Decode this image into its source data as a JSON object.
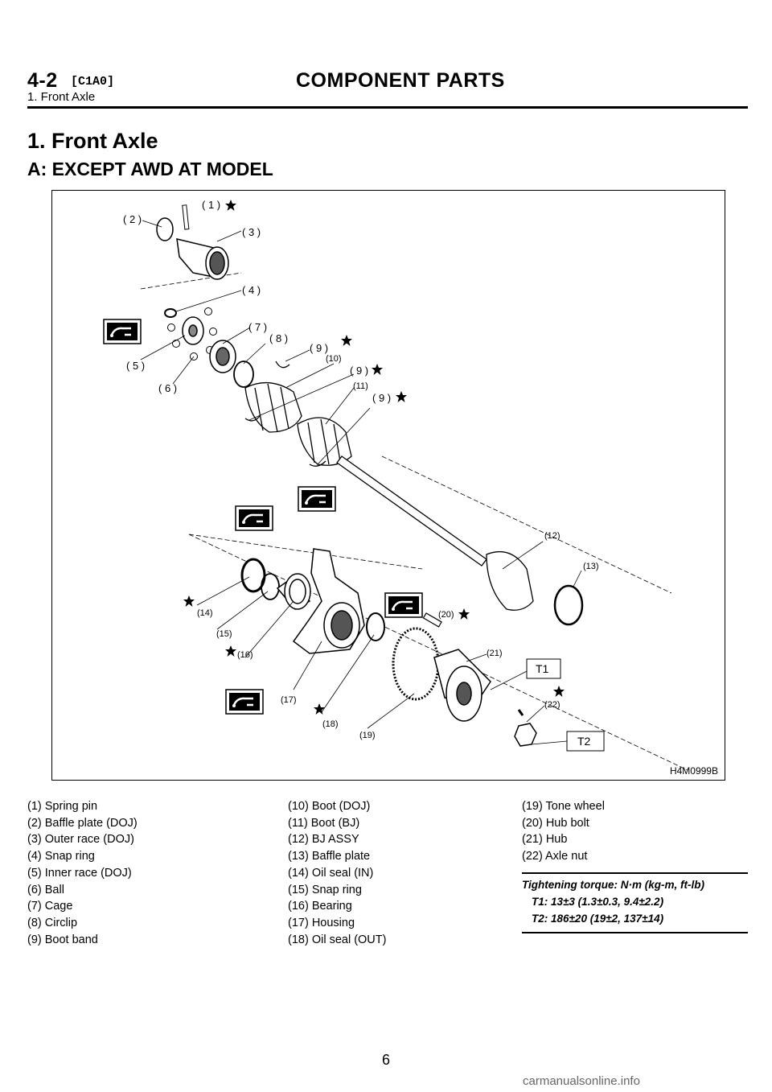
{
  "header": {
    "code": "4-2",
    "sub": "[C1A0]",
    "title": "COMPONENT PARTS",
    "breadcrumb": "1. Front Axle"
  },
  "section_title": "1. Front Axle",
  "subsection_title": "A: EXCEPT AWD AT MODEL",
  "figure": {
    "id": "H4M0999B",
    "callouts": {
      "c1": "( 1 )",
      "c2": "( 2 )",
      "c3": "( 3 )",
      "c4": "( 4 )",
      "c5": "( 5 )",
      "c6": "( 6 )",
      "c7": "( 7 )",
      "c8": "( 8 )",
      "c9a": "( 9 )",
      "c9b": "( 9 )",
      "c9c": "( 9 )",
      "c10": "(10)",
      "c11": "(11)",
      "c12": "(12)",
      "c13": "(13)",
      "c14": "(14)",
      "c15": "(15)",
      "c16": "(16)",
      "c17": "(17)",
      "c18": "(18)",
      "c19": "(19)",
      "c20": "(20)",
      "c21": "(21)",
      "c22": "(22)",
      "t1": "T1",
      "t2": "T2"
    },
    "grease_icon": "grease-tube-icon",
    "star_icon": "star-icon"
  },
  "legend": {
    "col1": [
      "(1) Spring pin",
      "(2) Baffle plate (DOJ)",
      "(3) Outer race (DOJ)",
      "(4) Snap ring",
      "(5) Inner race (DOJ)",
      "(6) Ball",
      "(7) Cage",
      "(8) Circlip",
      "(9) Boot band"
    ],
    "col2": [
      "(10) Boot (DOJ)",
      "(11) Boot (BJ)",
      "(12) BJ ASSY",
      "(13) Baffle plate",
      "(14) Oil seal (IN)",
      "(15) Snap ring",
      "(16) Bearing",
      "(17) Housing",
      "(18) Oil seal (OUT)"
    ],
    "col3": [
      "(19) Tone wheel",
      "(20) Hub bolt",
      "(21) Hub",
      "(22) Axle nut"
    ]
  },
  "torque": {
    "heading": "Tightening torque: N·m (kg-m, ft-lb)",
    "t1": "T1: 13±3 (1.3±0.3, 9.4±2.2)",
    "t2": "T2: 186±20 (19±2, 137±14)"
  },
  "page_number": "6",
  "footer": "carmanualsonline.info"
}
